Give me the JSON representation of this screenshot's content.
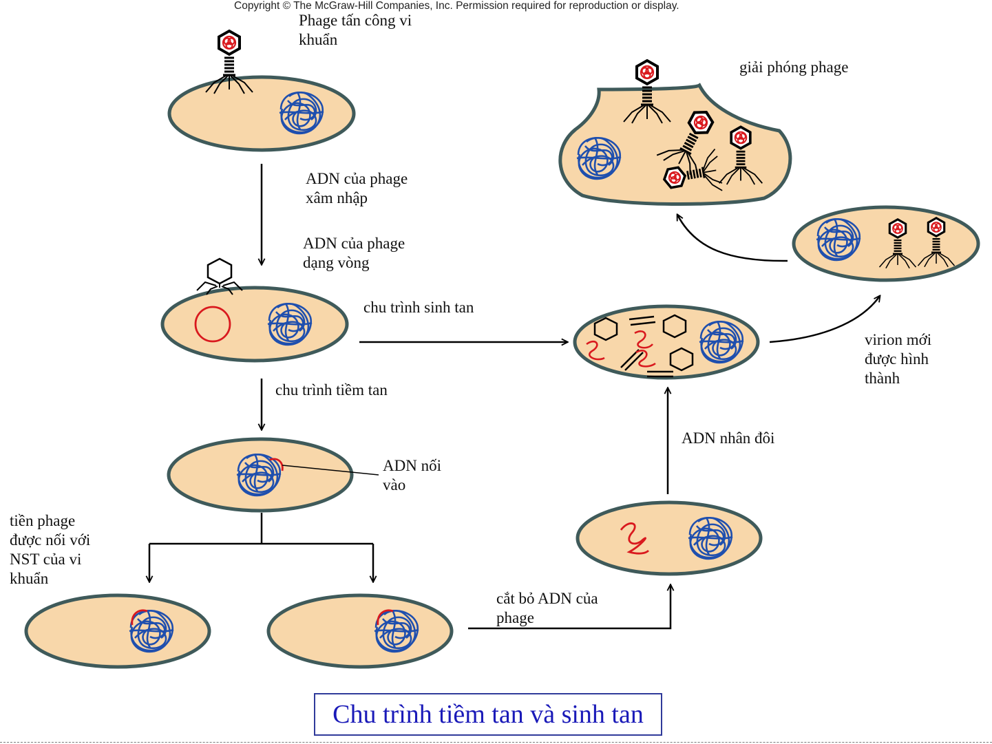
{
  "copyright": "Copyright © The McGraw-Hill Companies, Inc. Permission required for reproduction or display.",
  "labels": {
    "attack_l1": "Phage tấn công vi",
    "attack_l2": "khuẩn",
    "enter_l1": "ADN của phage",
    "enter_l2": "xâm nhập",
    "circle_l1": "ADN của phage",
    "circle_l2": "dạng vòng",
    "lytic": "chu trình sinh tan",
    "lysogenic": "chu trình tiềm tan",
    "insert_l1": "ADN nối",
    "insert_l2": "vào",
    "prophage_l1": "tiền phage",
    "prophage_l2": "được nối với",
    "prophage_l3": "NST của vi",
    "prophage_l4": "khuẩn",
    "excise_l1": "cắt bỏ ADN của",
    "excise_l2": "phage",
    "replicate": "ADN nhân đôi",
    "virion_l1": "virion mới",
    "virion_l2": "được hình",
    "virion_l3": "thành",
    "release": "giải phóng phage"
  },
  "title": "Chu trình tiềm tan và sinh tan",
  "colors": {
    "cell_fill": "#f8d7aa",
    "cell_wall": "#3f5a5a",
    "chromosome": "#1f4fae",
    "phage_dna": "#d9191e",
    "title_text": "#1a1ab8",
    "title_border": "#2f3a9a"
  },
  "icons": [
    "phage-icon",
    "chromosome-icon",
    "circular-dna-icon",
    "arrow-icon"
  ]
}
